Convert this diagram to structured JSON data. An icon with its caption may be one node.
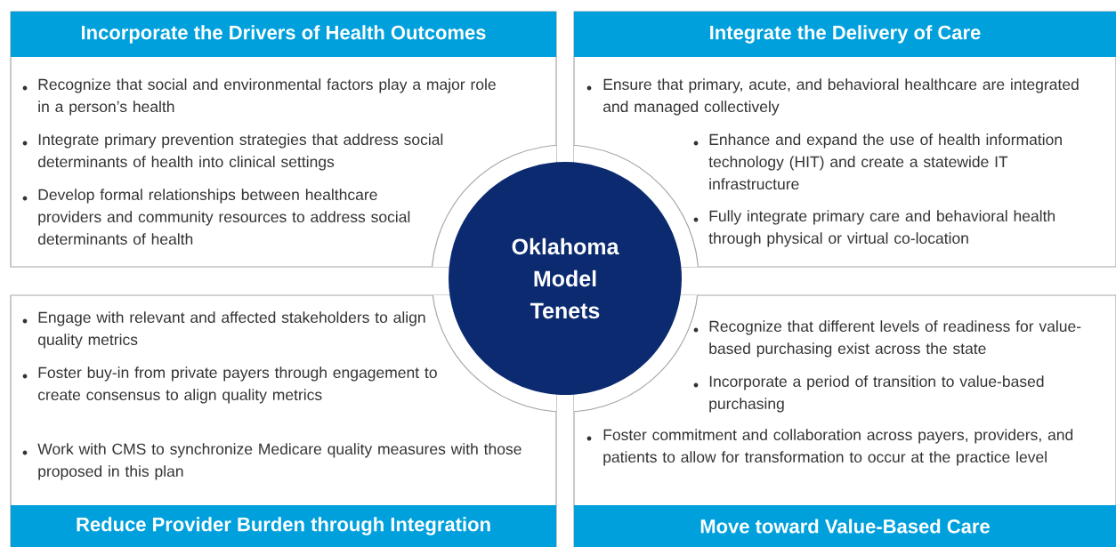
{
  "diagram": {
    "nodes": [
      {
        "text": [
          "Incorporate the Drivers of Health Outcomes",
          "Recognize that social and environmental factors play a major role in a person’s health",
          "Integrate primary prevention strategies that address social determinants of health into clinical settings",
          "Develop formal relationships between healthcare providers and community resources to address social determinants of health"
        ]
      },
      {
        "text": [
          "Integrate the Delivery of Care",
          "Ensure that primary, acute, and behavioral healthcare are integrated and managed collectively",
          "Enhance and expand the use of health information technology (HIT) and create a statewide IT infrastructure",
          "Fully integrate primary care and behavioral health through physical or virtual co-location"
        ]
      },
      {
        "text": [
          "Oklahoma Model Tenets"
        ]
      },
      {
        "text": [
          "Engage with relevant and affected stakeholders to align quality metrics",
          "Foster buy-in from private payers through engagement to create consensus to align quality metrics",
          "Work with CMS to synchronize Medicare quality measures with those proposed in this plan",
          "Reduce Provider Burden through Integration"
        ]
      },
      {
        "text": [
          "Recognize that different levels of readiness for value-based purchasing exist across the state",
          "Incorporate a period of transition to value-based purchasing",
          "Foster commitment and collaboration across payers, providers, and patients to allow for transformation to occur at the practice level",
          "Move toward Value-Based Care"
        ]
      }
    ]
  }
}
